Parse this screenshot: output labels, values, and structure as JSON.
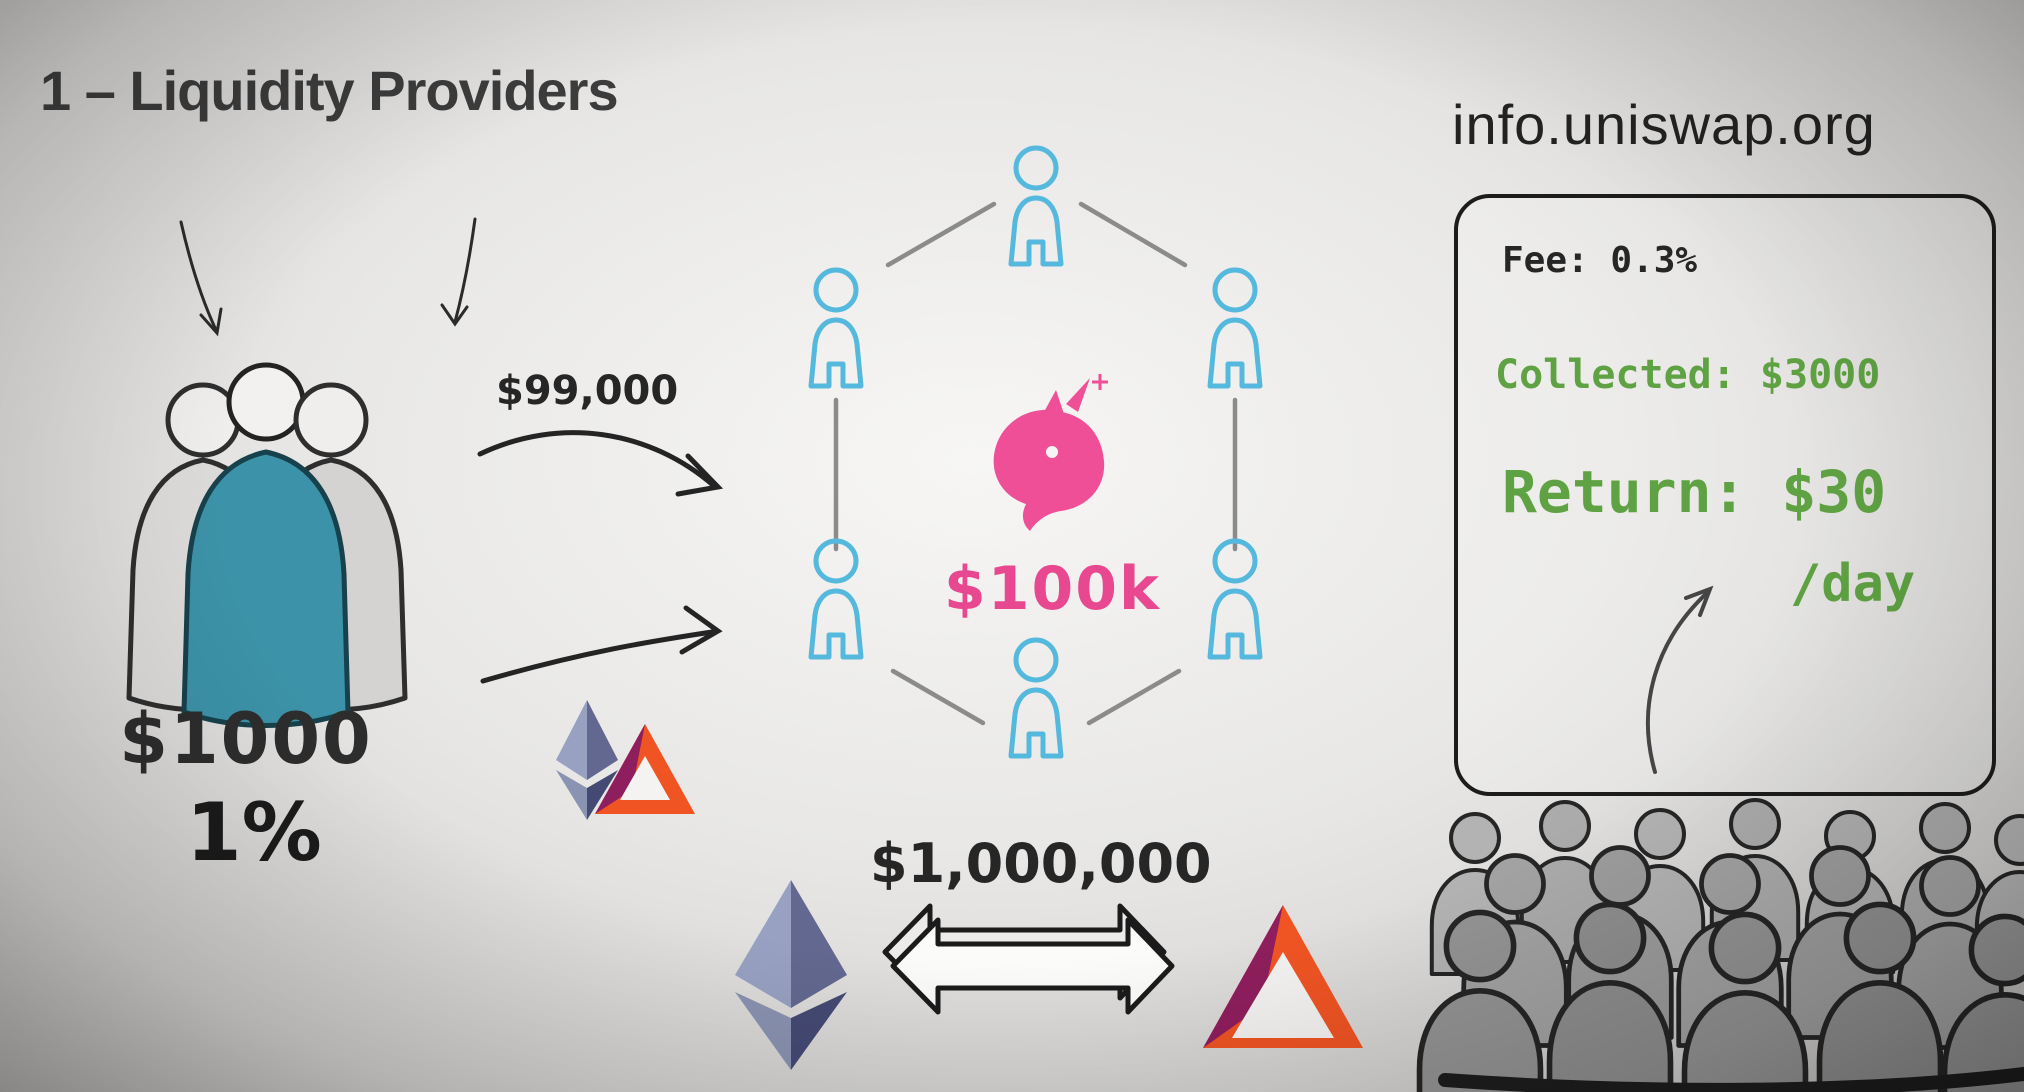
{
  "title": "1 – Liquidity Providers",
  "providers": {
    "deposit": "$1000",
    "pool_share": "1%",
    "count": 3
  },
  "flows": {
    "provider_deposit": "$99,000",
    "daily_volume": "$1,000,000"
  },
  "pool": {
    "total_liquidity": "$100k",
    "node_count": 6
  },
  "info_panel": {
    "url": "info.uniswap.org",
    "fee_label": "Fee: 0.3%",
    "collected_label": "Collected: $3000",
    "return_label": "Return: $30",
    "return_unit": "/day"
  },
  "icons": {
    "uniswap": "unicorn-icon",
    "ethereum": "eth-diamond-icon",
    "bat": "bat-triangle-icon",
    "swap": "double-arrow-icon",
    "providers": "three-people-icon",
    "traders": "crowd-icon"
  },
  "colors": {
    "uniswap_pink": "#ee4f96",
    "amount_pink": "#e8488f",
    "network_blue": "#55b9dd",
    "panel_green": "#5fa243",
    "provider_teal": "#3c92a8",
    "ink": "#2b2b2b",
    "eth_dark": "#62688f",
    "bat_orange": "#f05423",
    "bat_maroon": "#8f1e5e"
  }
}
